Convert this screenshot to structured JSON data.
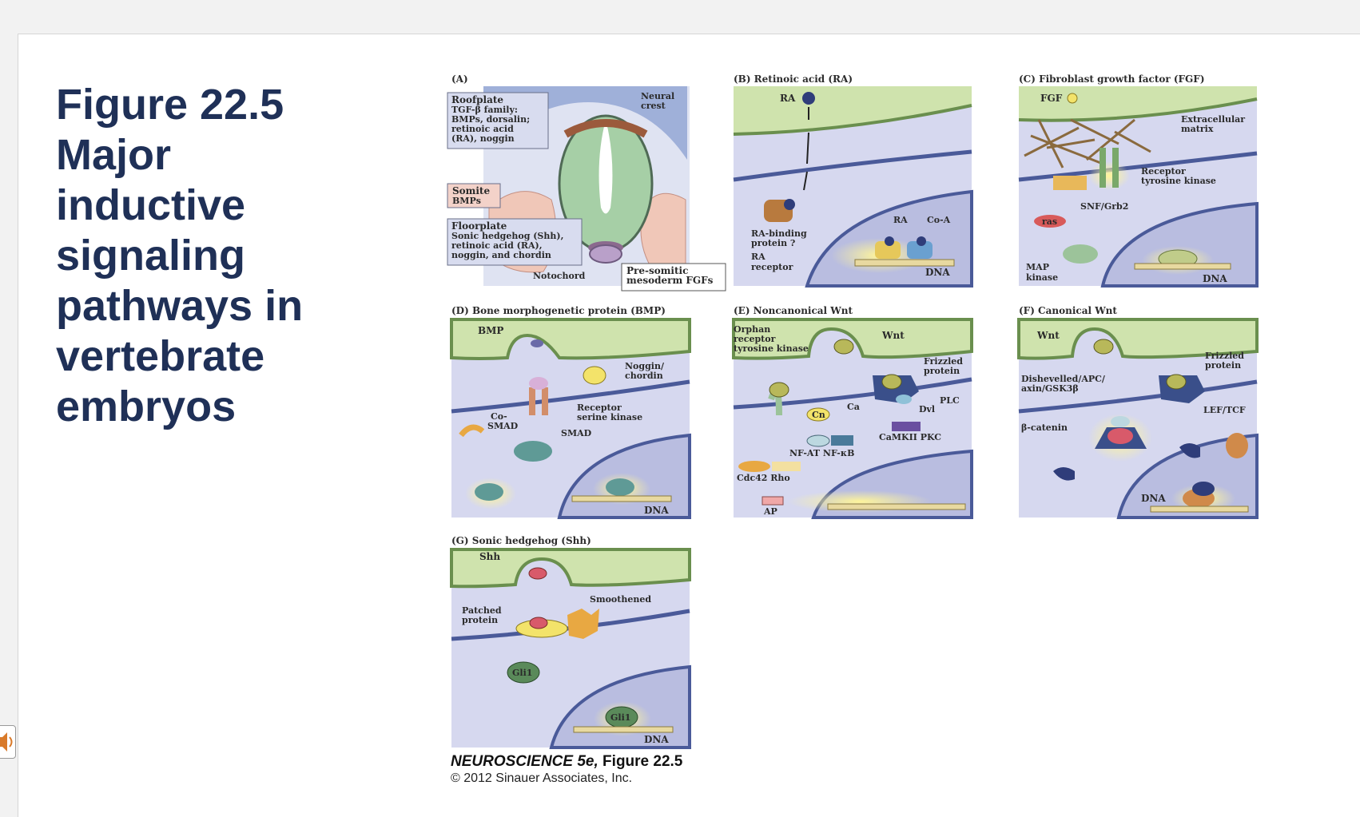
{
  "slide": {
    "title": "Figure 22.5\nMajor\ninductive\nsignaling\npathways in\nvertebrate\nembryos",
    "credit_main": "NEUROSCIENCE 5e,",
    "credit_fig": " Figure 22.5",
    "copyright": "© 2012 Sinauer Associates, Inc."
  },
  "panels": {
    "a": {
      "title": "(A)",
      "roofplate_head": "Roofplate",
      "roofplate_lines": [
        "TGF-β family:",
        "BMPs, dorsalin;",
        "retinoic acid",
        "(RA), noggin"
      ],
      "neural_crest": [
        "Neural",
        "crest"
      ],
      "somite_head": "Somite",
      "somite_line": "BMPs",
      "floorplate_head": "Floorplate",
      "floorplate_lines": [
        "Sonic hedgehog (Shh),",
        "retinoic acid (RA),",
        "noggin, and chordin"
      ],
      "notochord": "Notochord",
      "presomitic_lines": [
        "Pre-somitic",
        "mesoderm FGFs"
      ]
    },
    "b": {
      "title": "(B)  Retinoic acid (RA)",
      "ra": "RA",
      "ra2": "RA",
      "coa": "Co-A",
      "binding": [
        "RA-binding",
        "protein ?"
      ],
      "receptor": [
        "RA",
        "receptor"
      ],
      "dna": "DNA"
    },
    "c": {
      "title": "(C)  Fibroblast growth factor (FGF)",
      "fgf": "FGF",
      "ecm": [
        "Extracellular",
        "matrix"
      ],
      "rtk": [
        "Receptor",
        "tyrosine kinase"
      ],
      "snf": "SNF/Grb2",
      "ras": "ras",
      "map": [
        "MAP",
        "kinase"
      ],
      "dna": "DNA"
    },
    "d": {
      "title": "(D)  Bone morphogenetic protein (BMP)",
      "bmp": "BMP",
      "noggin": [
        "Noggin/",
        "chordin"
      ],
      "receptor": [
        "Receptor",
        "serine kinase"
      ],
      "cosmad": [
        "Co-",
        "SMAD"
      ],
      "smad": "SMAD",
      "dna": "DNA"
    },
    "e": {
      "title": "(E)  Noncanonical Wnt",
      "orphan": [
        "Orphan",
        "receptor",
        "tyrosine kinase"
      ],
      "wnt": "Wnt",
      "frizzled": [
        "Frizzled",
        "protein"
      ],
      "plc": "PLC",
      "dvl": "Dvl",
      "ca": "Ca",
      "cn": "Cn",
      "camk": "CaMKII PKC",
      "nfat": "NF-AT  NF-κB",
      "cdc": "Cdc42  Rho",
      "ap": "AP"
    },
    "f": {
      "title": "(F)  Canonical Wnt",
      "wnt": "Wnt",
      "frizzled": [
        "Frizzled",
        "protein"
      ],
      "dishevelled": [
        "Dishevelled/APC/",
        "axin/GSK3β"
      ],
      "lef": "LEF/TCF",
      "catenin": "β-catenin",
      "dna": "DNA"
    },
    "g": {
      "title": "(G)  Sonic hedgehog (Shh)",
      "shh": "Shh",
      "smoothened": "Smoothened",
      "patched": [
        "Patched",
        "protein"
      ],
      "gli": "Gli1",
      "gli2": "Gli1",
      "dna": "DNA"
    }
  },
  "colors": {
    "title": "#1f3057",
    "extracellular": "#cfe3ad",
    "cytoplasm": "#d6d8ef",
    "nucleus": "#b9bde0",
    "membrane": "#4a5a99"
  }
}
